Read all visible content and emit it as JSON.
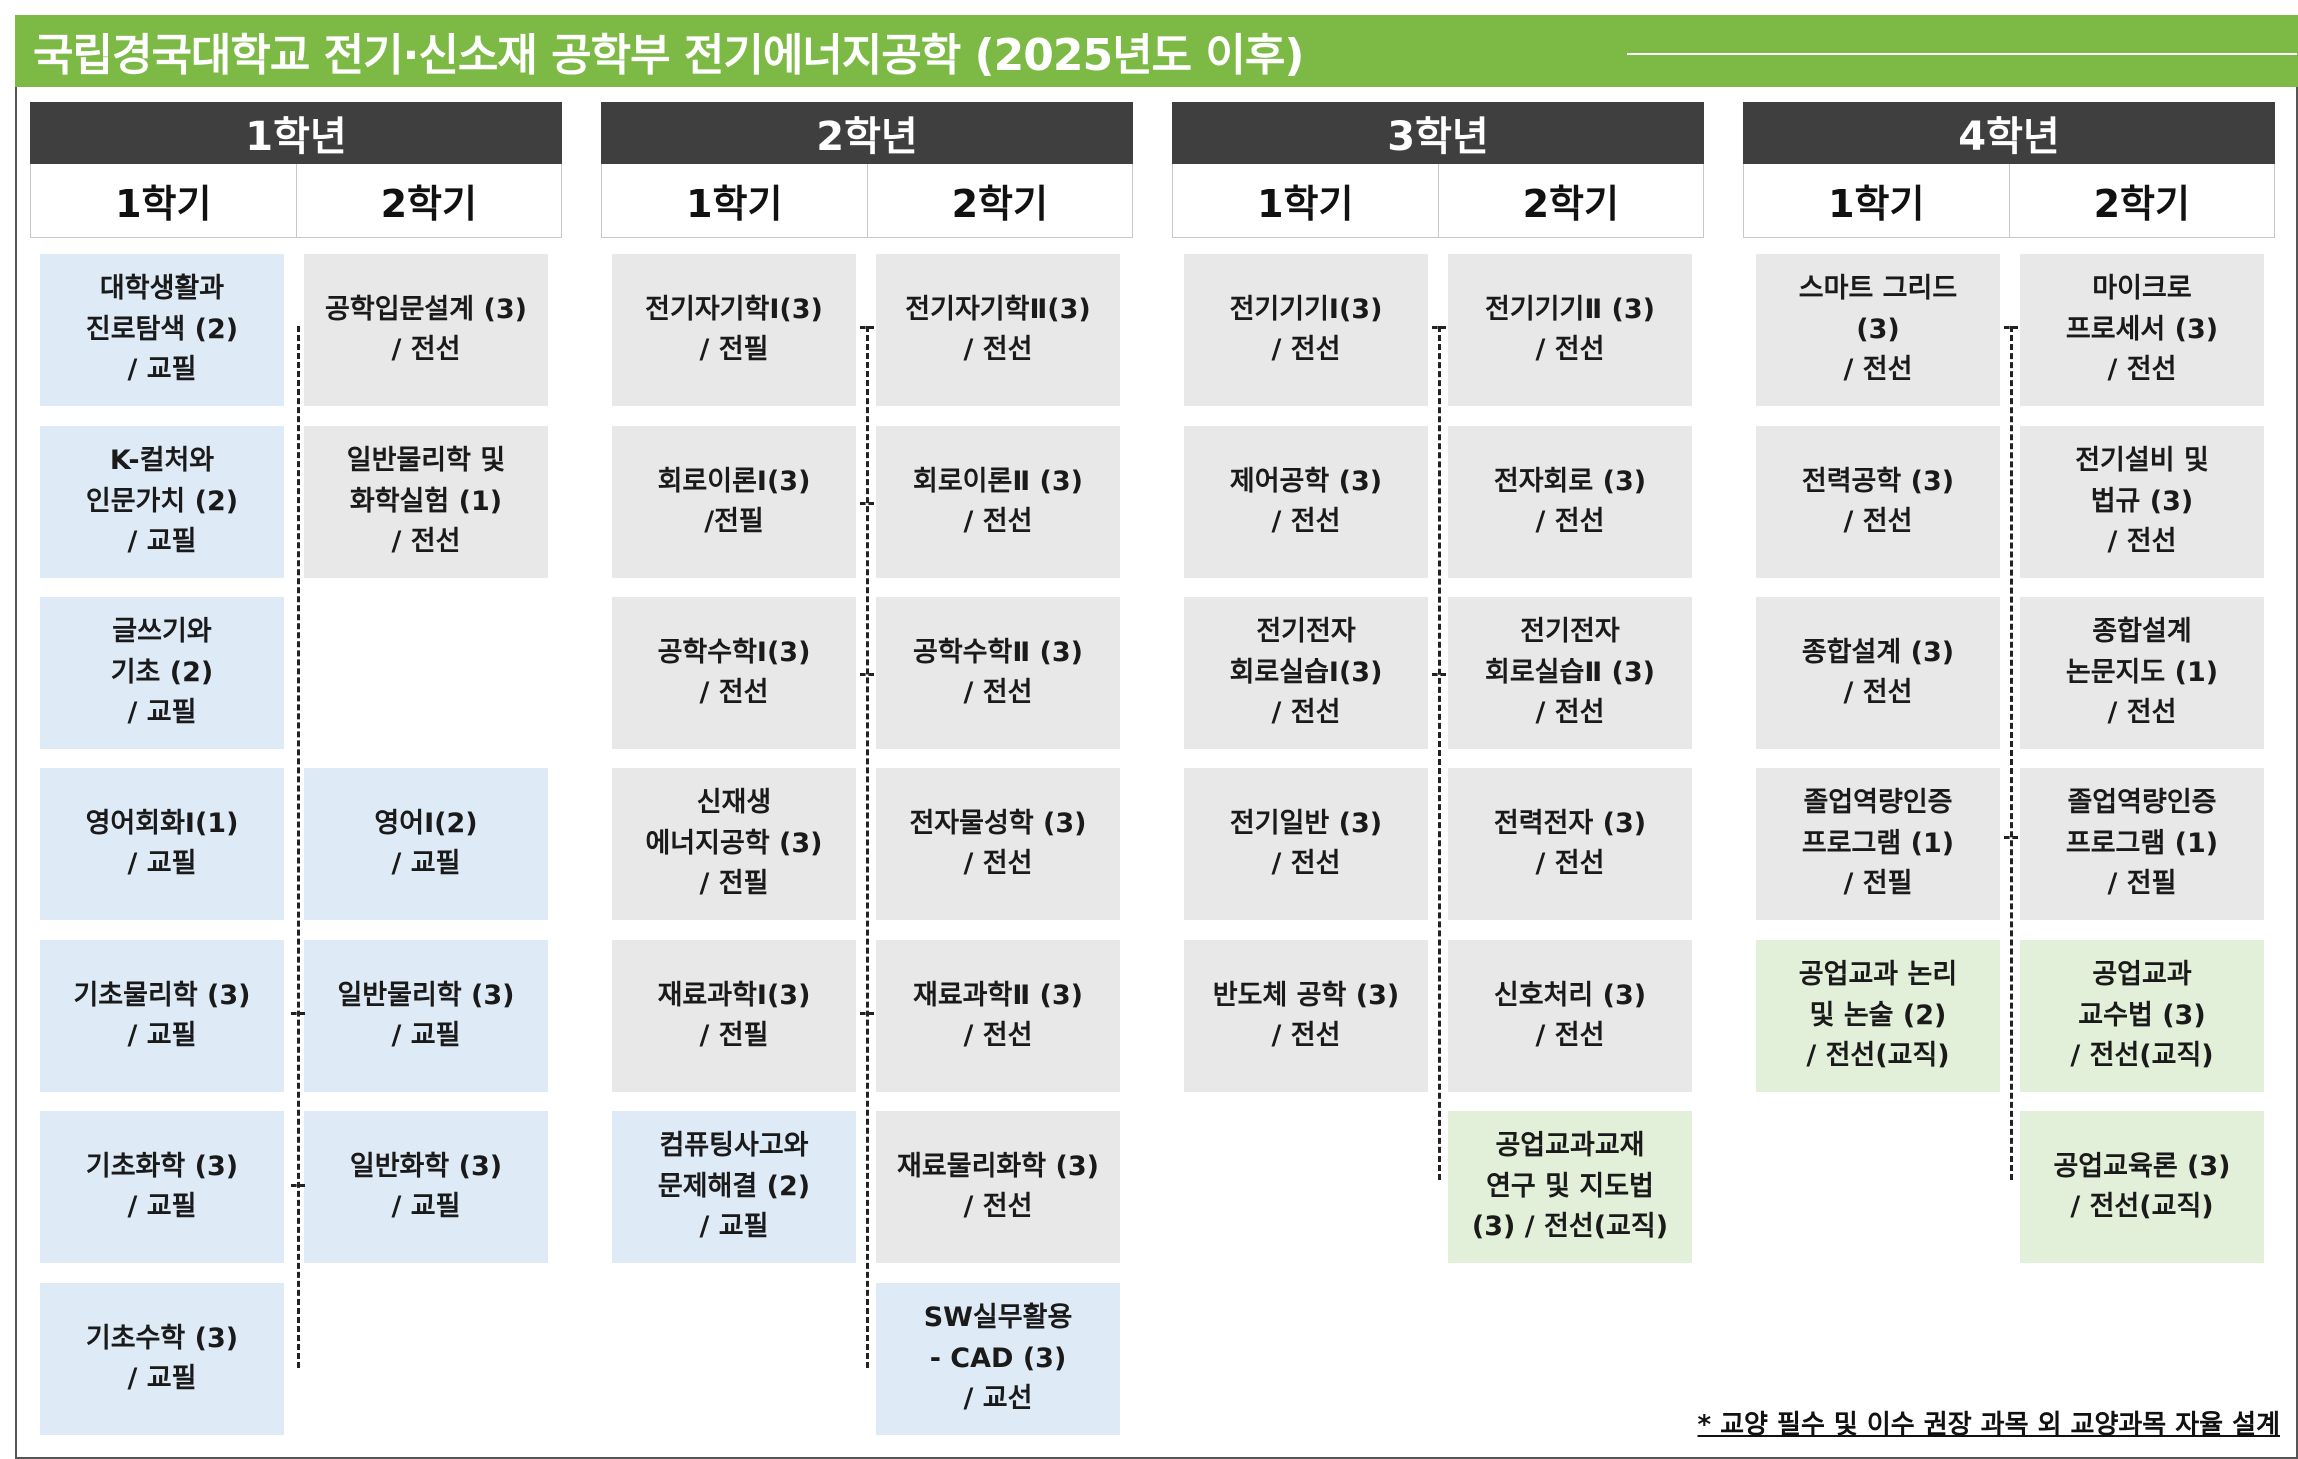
{
  "title": "국립경국대학교 전기·신소재 공학부 전기에너지공학 (2025년도 이후)",
  "years": [
    {
      "label": "1학년",
      "semesters": [
        "1학기",
        "2학기"
      ]
    },
    {
      "label": "2학년",
      "semesters": [
        "1학기",
        "2학기"
      ]
    },
    {
      "label": "3학년",
      "semesters": [
        "1학기",
        "2학기"
      ]
    },
    {
      "label": "4학년",
      "semesters": [
        "1학기",
        "2학기"
      ]
    }
  ],
  "columns": [
    [
      {
        "text": "대학생활과\n진로탐색 (2)\n/ 교필",
        "type": "blue"
      },
      {
        "text": "K-컬처와\n인문가치 (2)\n/ 교필",
        "type": "blue"
      },
      {
        "text": "글쓰기와\n기초 (2)\n/ 교필",
        "type": "blue"
      },
      {
        "text": "영어회화Ⅰ(1)\n/ 교필",
        "type": "blue"
      },
      {
        "text": "기초물리학 (3)\n/ 교필",
        "type": "blue"
      },
      {
        "text": "기초화학 (3)\n/ 교필",
        "type": "blue"
      },
      {
        "text": "기초수학 (3)\n/ 교필",
        "type": "blue"
      }
    ],
    [
      {
        "text": "공학입문설계 (3)\n/ 전선",
        "type": "gray"
      },
      {
        "text": "일반물리학 및\n화학실험 (1)\n/ 전선",
        "type": "gray"
      },
      null,
      {
        "text": "영어Ⅰ(2)\n/ 교필",
        "type": "blue"
      },
      {
        "text": "일반물리학 (3)\n/ 교필",
        "type": "blue"
      },
      {
        "text": "일반화학 (3)\n/ 교필",
        "type": "blue"
      }
    ],
    [
      {
        "text": "전기자기학Ⅰ(3)\n/ 전필",
        "type": "gray"
      },
      {
        "text": "회로이론Ⅰ(3)\n/전필",
        "type": "gray"
      },
      {
        "text": "공학수학Ⅰ(3)\n/ 전선",
        "type": "gray"
      },
      {
        "text": "신재생\n에너지공학 (3)\n/ 전필",
        "type": "gray"
      },
      {
        "text": "재료과학Ⅰ(3)\n/ 전필",
        "type": "gray"
      },
      {
        "text": "컴퓨팅사고와\n문제해결 (2)\n/ 교필",
        "type": "blue"
      }
    ],
    [
      {
        "text": "전기자기학Ⅱ(3)\n/ 전선",
        "type": "gray"
      },
      {
        "text": "회로이론Ⅱ (3)\n/ 전선",
        "type": "gray"
      },
      {
        "text": "공학수학Ⅱ (3)\n/ 전선",
        "type": "gray"
      },
      {
        "text": "전자물성학 (3)\n/ 전선",
        "type": "gray"
      },
      {
        "text": "재료과학Ⅱ (3)\n/ 전선",
        "type": "gray"
      },
      {
        "text": "재료물리화학 (3)\n/ 전선",
        "type": "gray"
      },
      {
        "text": "SW실무활용\n- CAD (3)\n/ 교선",
        "type": "blue"
      }
    ],
    [
      {
        "text": "전기기기Ⅰ(3)\n/ 전선",
        "type": "gray"
      },
      {
        "text": "제어공학 (3)\n/ 전선",
        "type": "gray"
      },
      {
        "text": "전기전자\n회로실습Ⅰ(3)\n/ 전선",
        "type": "gray"
      },
      {
        "text": "전기일반 (3)\n/ 전선",
        "type": "gray"
      },
      {
        "text": "반도체 공학 (3)\n/ 전선",
        "type": "gray"
      }
    ],
    [
      {
        "text": "전기기기Ⅱ (3)\n/ 전선",
        "type": "gray"
      },
      {
        "text": "전자회로 (3)\n/ 전선",
        "type": "gray"
      },
      {
        "text": "전기전자\n회로실습Ⅱ (3)\n/ 전선",
        "type": "gray"
      },
      {
        "text": "전력전자 (3)\n/ 전선",
        "type": "gray"
      },
      {
        "text": "신호처리 (3)\n/ 전선",
        "type": "gray"
      },
      {
        "text": "공업교과교재\n연구 및 지도법\n(3) / 전선(교직)",
        "type": "green"
      }
    ],
    [
      {
        "text": "스마트 그리드\n(3)\n/ 전선",
        "type": "gray"
      },
      {
        "text": "전력공학 (3)\n/ 전선",
        "type": "gray"
      },
      {
        "text": "종합설계 (3)\n/ 전선",
        "type": "gray"
      },
      {
        "text": "졸업역량인증\n프로그램 (1)\n/ 전필",
        "type": "gray"
      },
      {
        "text": "공업교과 논리\n및 논술 (2)\n/ 전선(교직)",
        "type": "green"
      }
    ],
    [
      {
        "text": "마이크로\n프로세서 (3)\n/ 전선",
        "type": "gray"
      },
      {
        "text": "전기설비 및\n법규 (3)\n/ 전선",
        "type": "gray"
      },
      {
        "text": "종합설계\n논문지도 (1)\n/ 전선",
        "type": "gray"
      },
      {
        "text": "졸업역량인증\n프로그램 (1)\n/ 전필",
        "type": "gray"
      },
      {
        "text": "공업교과\n교수법 (3)\n/ 전선(교직)",
        "type": "green"
      },
      {
        "text": "공업교육론 (3)\n/ 전선(교직)",
        "type": "green"
      }
    ]
  ],
  "colors": {
    "title_bar": "#7cba45",
    "header": "#3f3f3f",
    "gray": "#e8e8e8",
    "blue": "#deeaf6",
    "green": "#e2efd9"
  },
  "footnote": "* 교양 필수 및 이수 권장 과목 외 교양과목 자율 설계"
}
